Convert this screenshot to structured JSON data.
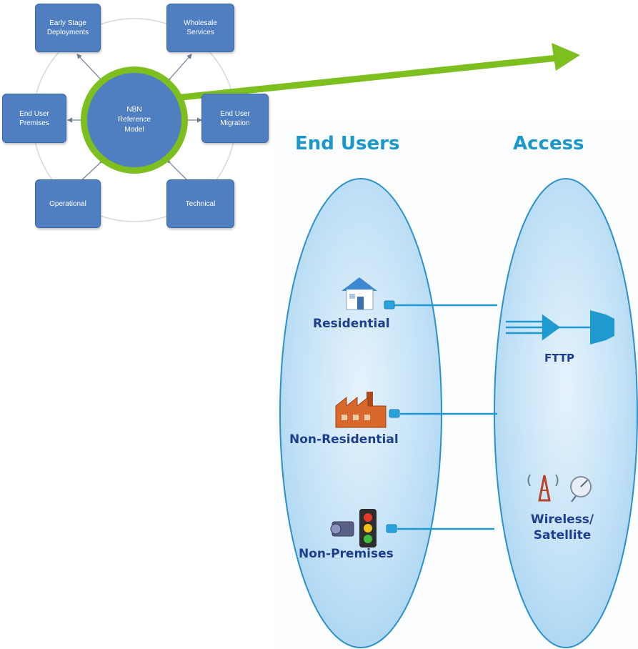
{
  "reference_model": {
    "center_label": "NBN\nReference\nModel",
    "boxes": {
      "early_stage": "Early Stage\nDeployments",
      "wholesale": "Wholesale\nServices",
      "end_user_premises": "End User\nPremises",
      "end_user_migration": "End User\nMigration",
      "operational": "Operational",
      "technical": "Technical"
    }
  },
  "detail": {
    "end_users_heading": "End Users",
    "access_heading": "Access",
    "end_users": {
      "residential": "Residential",
      "non_residential": "Non-Residential",
      "non_premises": "Non-Premises"
    },
    "access": {
      "fttp": "FTTP",
      "wireless_satellite": "Wireless/\nSatellite"
    }
  },
  "colors": {
    "box_blue": "#4f7fc0",
    "highlight_green": "#7cbf1f",
    "heading_blue": "#1b97c9",
    "label_navy": "#1d3d8f",
    "ellipse_fill": "#bfe0f6",
    "link_line": "#1f9ad0"
  }
}
